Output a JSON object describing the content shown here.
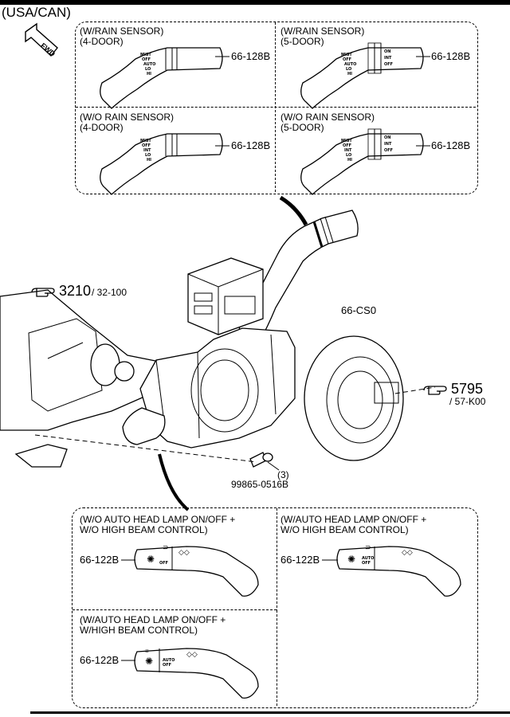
{
  "header": {
    "region": "(USA/CAN)"
  },
  "fwd_label": "FWD",
  "wiper_switch": {
    "variants": [
      {
        "caption": "(W/RAIN SENSOR)\n(4-DOOR)",
        "part": "66-128B",
        "doors": 4,
        "labels": [
          "MIST",
          "OFF",
          "AUTO",
          "LO",
          "HI"
        ]
      },
      {
        "caption": "(W/RAIN SENSOR)\n(5-DOOR)",
        "part": "66-128B",
        "doors": 5,
        "labels": [
          "MIST",
          "OFF",
          "AUTO",
          "LO",
          "HI",
          "ON",
          "INT",
          "OFF"
        ]
      },
      {
        "caption": "(W/O RAIN SENSOR)\n(4-DOOR)",
        "part": "66-128B",
        "doors": 4,
        "labels": [
          "MIST",
          "OFF",
          "INT",
          "LO",
          "HI"
        ]
      },
      {
        "caption": "(W/O RAIN SENSOR)\n(5-DOOR)",
        "part": "66-128B",
        "doors": 5,
        "labels": [
          "MIST",
          "OFF",
          "INT",
          "LO",
          "HI",
          "ON",
          "INT",
          "OFF"
        ]
      }
    ]
  },
  "callouts": {
    "steering_column": {
      "ref": "3210",
      "sub": "/ 32-100"
    },
    "clock_spring": {
      "part": "66-CS0"
    },
    "airbag": {
      "ref": "5795",
      "sub": "/ 57-K00"
    },
    "screw": {
      "qty": "(3)",
      "part": "99865-0516B"
    }
  },
  "headlight_switch": {
    "variants": [
      {
        "caption": "(W/O AUTO HEAD LAMP ON/OFF +\nW/O HIGH BEAM CONTROL)",
        "part": "66-122B",
        "labels": [
          "OFF"
        ]
      },
      {
        "caption": "(W/AUTO HEAD LAMP ON/OFF +\nW/O HIGH BEAM CONTROL)",
        "part": "66-122B",
        "labels": [
          "AUTO",
          "OFF"
        ]
      },
      {
        "caption": "(W/AUTO HEAD LAMP ON/OFF +\nW/HIGH BEAM CONTROL)",
        "part": "66-122B",
        "labels": [
          "AUTO",
          "OFF"
        ]
      }
    ]
  }
}
